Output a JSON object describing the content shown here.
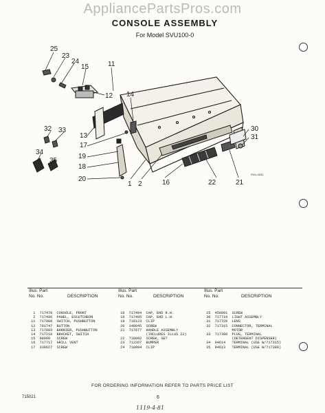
{
  "watermark": "AppliancePartsPros.com",
  "title": "CONSOLE ASSEMBLY",
  "subtitle": "For Model SVU100-0",
  "diagram_code": "SVU-4031",
  "callouts": [
    "25",
    "23",
    "24",
    "15",
    "11",
    "12",
    "14",
    "32",
    "33",
    "13",
    "17",
    "30",
    "31",
    "34",
    "35",
    "19",
    "18",
    "20",
    "1",
    "2",
    "16",
    "22",
    "21"
  ],
  "table_headers": {
    "illus_part": "Illus. Part",
    "no_no": "No.   No.",
    "description": "DESCRIPTION"
  },
  "parts": [
    {
      "illus": "1",
      "part": "717470",
      "description": "CONSOLE, FRONT"
    },
    {
      "illus": "2",
      "part": "717496",
      "description": "PANEL, ESCUTCHEON"
    },
    {
      "illus": "11",
      "part": "717988",
      "description": "SWITCH, PUSHBUTTON"
    },
    {
      "illus": "12",
      "part": "781747",
      "description": "BUTTON"
    },
    {
      "illus": "13",
      "part": "717983",
      "description": "BARRIER, PUSHBUTTON"
    },
    {
      "illus": "14",
      "part": "717210",
      "description": "BRACKET, SWITCH"
    },
    {
      "illus": "15",
      "part": "98009",
      "description": "SCREW"
    },
    {
      "illus": "16",
      "part": "717717",
      "description": "GRILL VENT"
    },
    {
      "illus": "17",
      "part": "339627",
      "description": "SCREW"
    },
    {
      "illus": "18",
      "part": "717494",
      "description": "CAP, END R.H."
    },
    {
      "illus": "19",
      "part": "717495",
      "description": "CAP, END L.H."
    },
    {
      "illus": "19",
      "part": "718123",
      "description": "CLIP"
    },
    {
      "illus": "20",
      "part": "148845",
      "description": "SCREW"
    },
    {
      "illus": "21",
      "part": "717677",
      "description": "HANDLE ASSEMBLY"
    },
    {
      "illus": "",
      "part": "",
      "description": "(INCLUDES ILLUS 22)"
    },
    {
      "illus": "22",
      "part": "718092",
      "description": "SCREW, SET"
    },
    {
      "illus": "23",
      "part": "712267",
      "description": "BUMPER"
    },
    {
      "illus": "24",
      "part": "718094",
      "description": "CLIP"
    },
    {
      "illus": "25",
      "part": "450991",
      "description": "SCREW"
    },
    {
      "illus": "30",
      "part": "717719",
      "description": "LIGHT ASSEMBLY"
    },
    {
      "illus": "31",
      "part": "717720",
      "description": "LENS"
    },
    {
      "illus": "32",
      "part": "717315",
      "description": "CONNECTOR, TERMINAL"
    },
    {
      "illus": "",
      "part": "",
      "description": "MOTOR"
    },
    {
      "illus": "33",
      "part": "717380",
      "description": "PLUG, TERMINAL"
    },
    {
      "illus": "",
      "part": "",
      "description": "(DETERGENT DISPENSER)"
    },
    {
      "illus": "34",
      "part": "94614",
      "description": "TERMINAL (USE W/717315)"
    },
    {
      "illus": "35",
      "part": "94613",
      "description": "TERMINAL (USE W/717380)"
    }
  ],
  "order_note": "FOR ORDERING INFORMATION REFER TO PARTS PRICE LIST",
  "page_number": "6",
  "footer_code": "715021",
  "handwriting": "1119-4-81"
}
